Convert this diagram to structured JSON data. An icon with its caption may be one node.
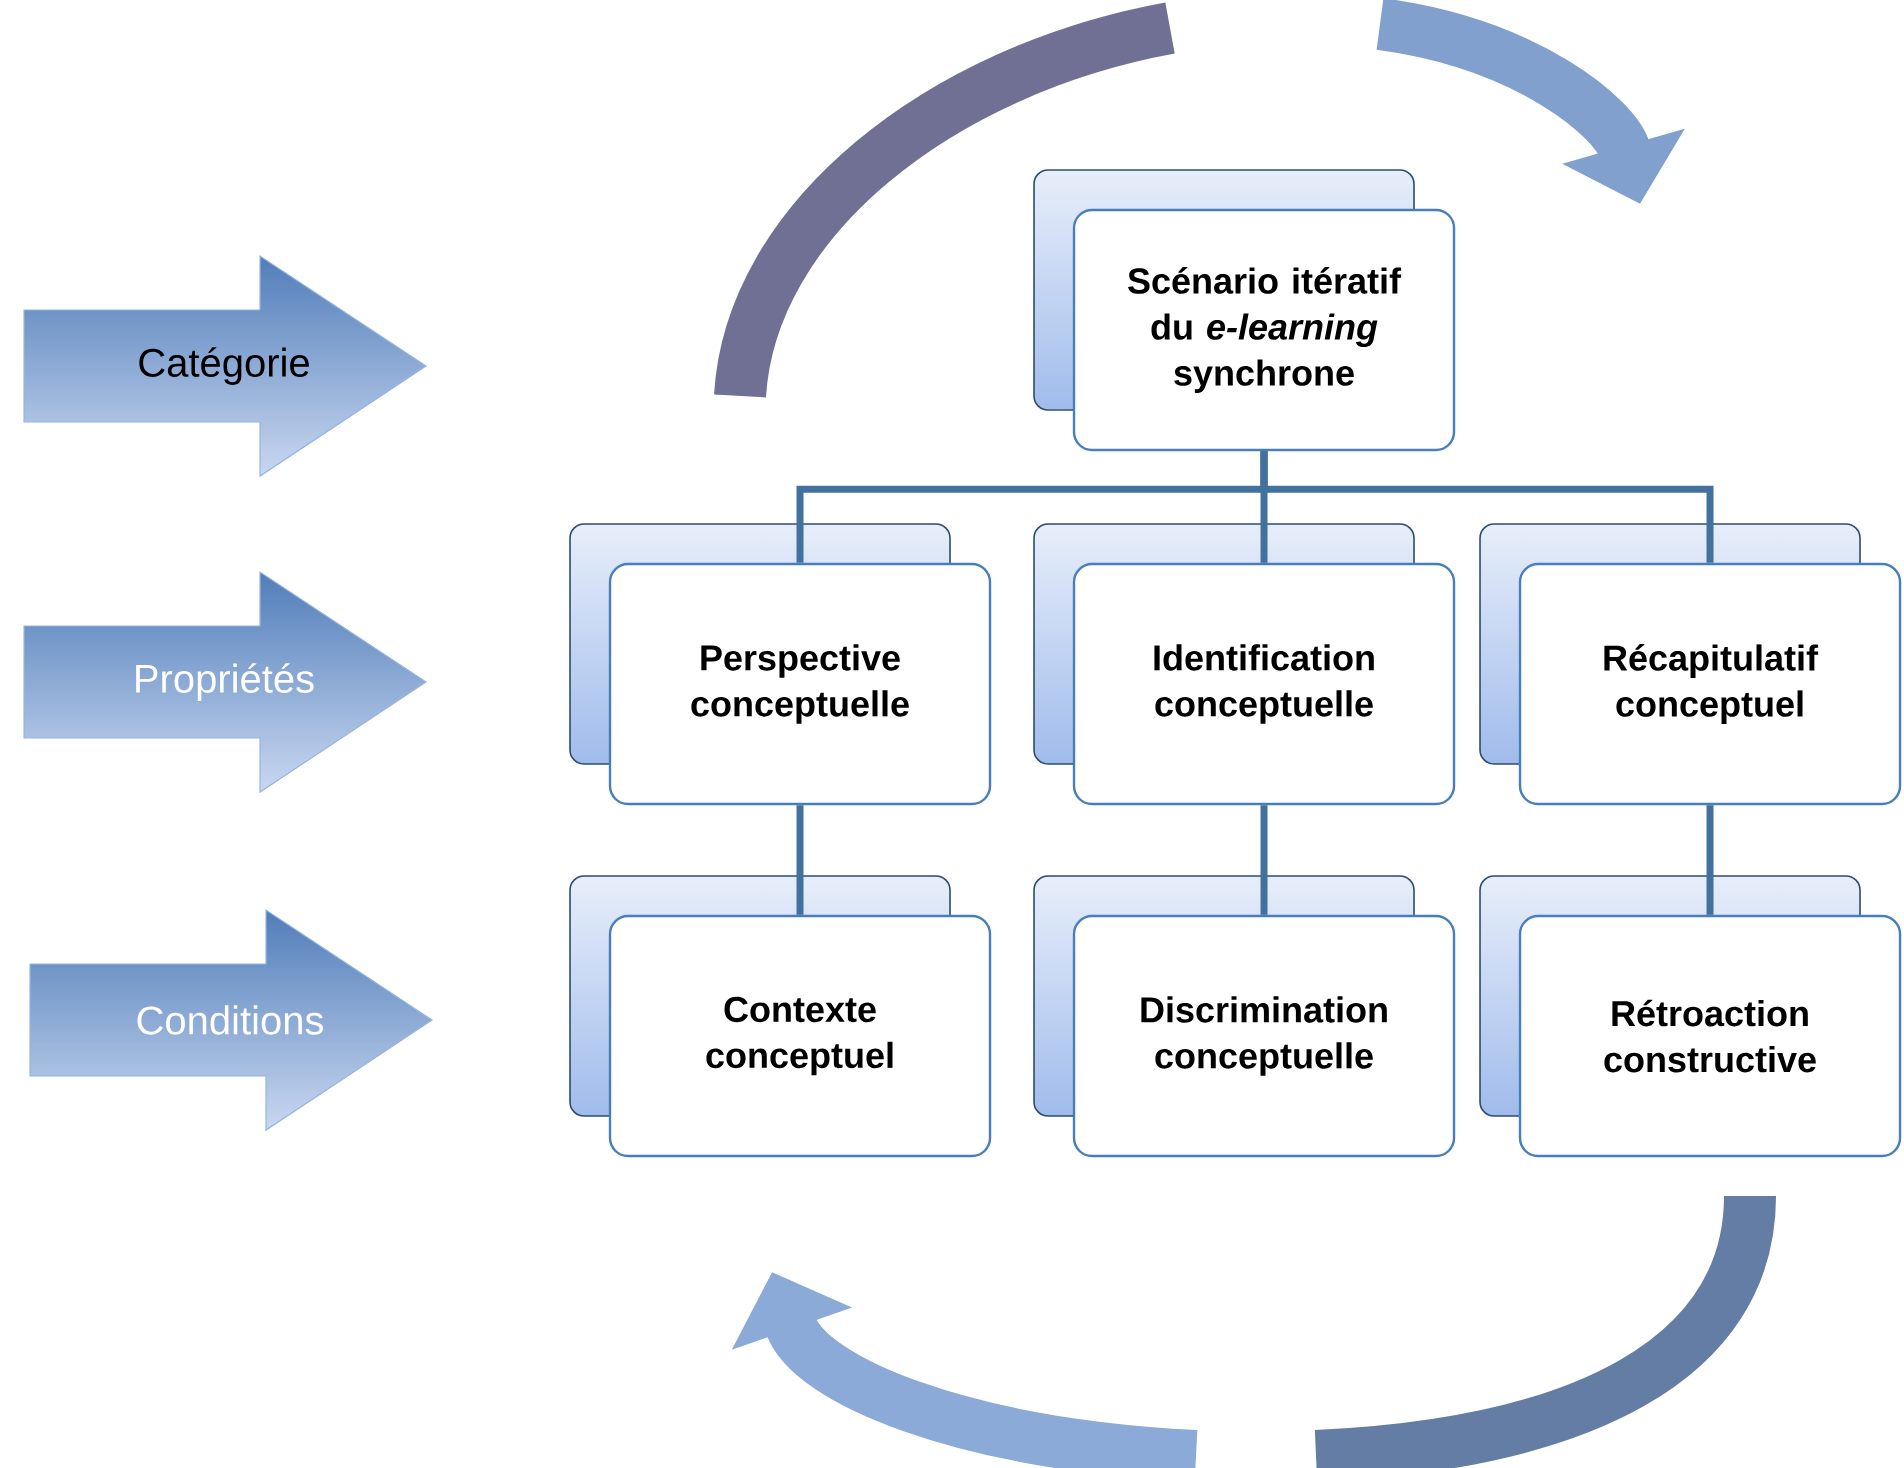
{
  "diagram": {
    "nodes": [
      {
        "text": [
          "Catégorie"
        ]
      },
      {
        "text": [
          "Propriétés"
        ]
      },
      {
        "text": [
          "Conditions"
        ]
      },
      {
        "text": [
          "Scénario itératif du *e-learning* synchrone"
        ]
      },
      {
        "text": [
          "Perspective conceptuelle"
        ]
      },
      {
        "text": [
          "Identification conceptuelle"
        ]
      },
      {
        "text": [
          "Récapitulatif conceptuel"
        ]
      },
      {
        "text": [
          "Contexte conceptuel"
        ]
      },
      {
        "text": [
          "Discrimination conceptuelle"
        ]
      },
      {
        "text": [
          "Rétroaction constructive"
        ]
      }
    ],
    "edges": [
      {
        "from": 3,
        "to": 4,
        "arrow": "none"
      },
      {
        "from": 3,
        "to": 5,
        "arrow": "none"
      },
      {
        "from": 3,
        "to": 6,
        "arrow": "none"
      },
      {
        "from": 4,
        "to": 7,
        "arrow": "none"
      },
      {
        "from": 5,
        "to": 8,
        "arrow": "none"
      },
      {
        "from": 6,
        "to": 9,
        "arrow": "none"
      }
    ]
  }
}
